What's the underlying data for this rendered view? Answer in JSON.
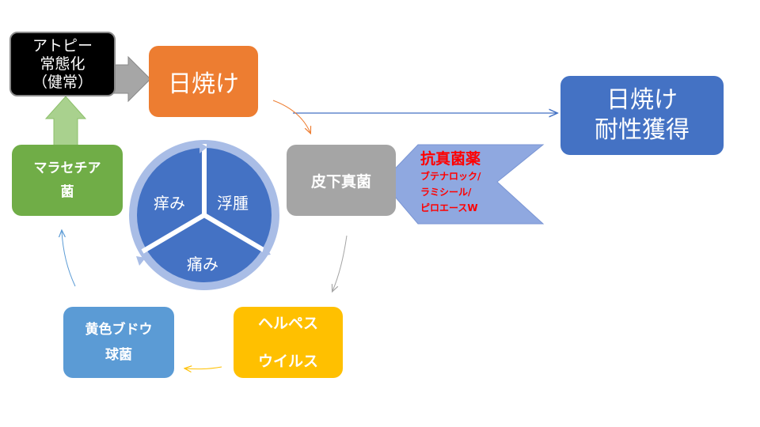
{
  "nodes": {
    "atopy": [
      "アトピー",
      "常態化",
      "（健常）"
    ],
    "sunburn": "日焼け",
    "resist": [
      "日焼け",
      "耐性獲得"
    ],
    "malassezia": [
      "マラセチア",
      "菌"
    ],
    "hika": "皮下真菌",
    "herpes": [
      "ヘルペス",
      "ウイルス"
    ],
    "staph": [
      "黄色ブドウ",
      "球菌"
    ]
  },
  "symptoms": {
    "itch": "痒み",
    "swell": "浮腫",
    "pain": "痛み"
  },
  "antifungal": {
    "title": "抗真菌薬",
    "lines": [
      "ブテナロック/",
      "ラミシール/",
      "ピロエースW"
    ]
  },
  "colors": {
    "orange": "#ed7d31",
    "blue": "#4472c4",
    "green": "#70ad47",
    "gray": "#a5a5a5",
    "yellow": "#ffc000",
    "lightblue": "#5b9bd5",
    "pie_ring": "#a9bde6",
    "callout": "#8fa8e0"
  }
}
